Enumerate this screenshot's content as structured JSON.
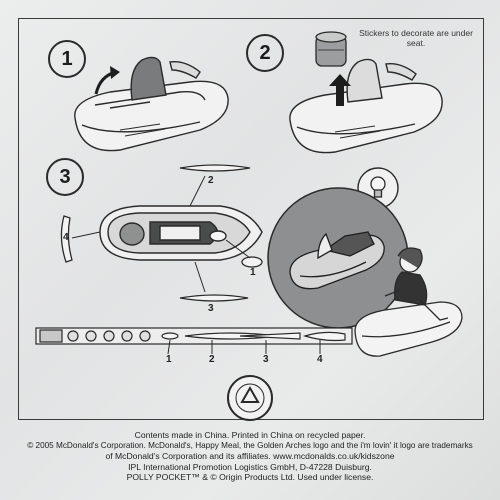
{
  "steps": {
    "s1": "1",
    "s2": "2",
    "s3": "3"
  },
  "sticker_note": "Stickers to decorate are under seat.",
  "parts": {
    "p1": "1",
    "p2": "2",
    "p3": "3",
    "p4": "4"
  },
  "strip_labels": {
    "a": "1",
    "b": "2",
    "c": "3",
    "d": "4"
  },
  "footer": {
    "line1": "Contents made in China. Printed in China on recycled paper.",
    "line2": "© 2005 McDonald's Corporation. McDonald's, Happy Meal, the Golden Arches logo and the i'm lovin' it logo are trademarks",
    "line3": "of McDonald's Corporation and its affiliates. www.mcdonalds.co.uk/kidszone",
    "line4": "IPL International Promotion Logistics GmbH, D-47228 Duisburg.",
    "line5": "POLLY POCKET™ & © Origin Products Ltd. Used under license."
  },
  "colors": {
    "ink": "#2a2a2a",
    "paper": "#e6e7e7",
    "circle_fill": "#8e8f90"
  },
  "icons": [
    "curved-arrow-icon",
    "up-arrow-icon",
    "lightbulb-icon",
    "recycle-icon"
  ]
}
